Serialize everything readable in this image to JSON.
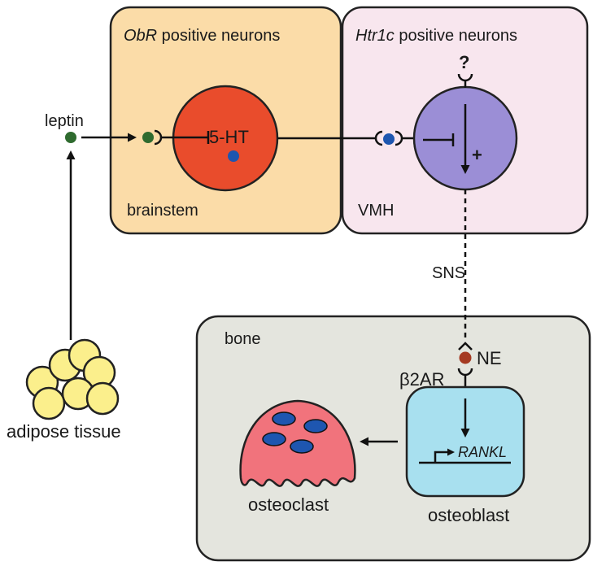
{
  "colors": {
    "brainstem_fill": "#fbdca8",
    "vmh_fill": "#f8e6ee",
    "bone_fill": "#e4e5de",
    "serotonin_neuron": "#e94c2c",
    "vmh_neuron": "#9b8ed6",
    "osteoblast": "#a8e0ef",
    "osteoclast": "#f1737c",
    "adipocyte": "#fbef8c",
    "leptin_dot": "#2f6b2f",
    "receptor_dot": "#1e56b0",
    "ne_dot": "#a53a22"
  },
  "leptin": {
    "label": "leptin"
  },
  "adipose": {
    "label": "adipose tissue"
  },
  "obr_box": {
    "title_italic": "ObR",
    "title_rest": " positive neurons",
    "region_label": "brainstem",
    "neuron_label": "5-HT"
  },
  "htr_box": {
    "title_italic": "Htr1c",
    "title_rest": " positive neurons",
    "region_label": "VMH",
    "unknown_input": "?",
    "plus_sign": "+"
  },
  "sns_label": "SNS",
  "bone_box": {
    "region_label": "bone",
    "ne_label": "NE",
    "receptor_label": "β2AR",
    "gene_label": "RANKL",
    "osteoblast_label": "osteoblast",
    "osteoclast_label": "osteoclast"
  }
}
